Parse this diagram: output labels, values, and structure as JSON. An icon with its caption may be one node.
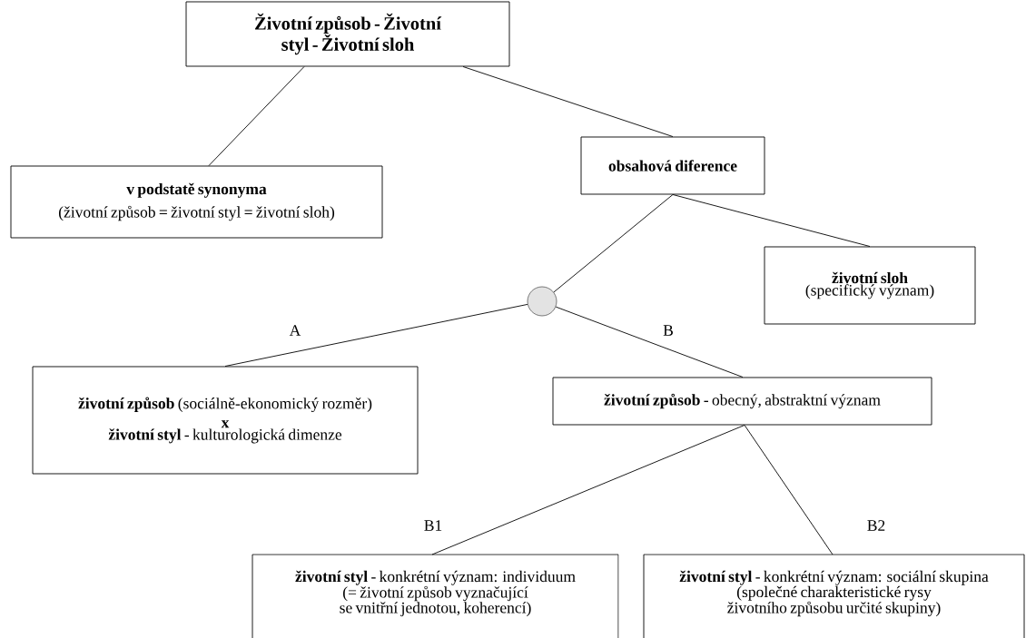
{
  "diagram": {
    "nodes": [
      {
        "text": [
          "Životní způsob - Životní styl - Životní sloh"
        ]
      },
      {
        "text": [
          "v podstatě synonyma",
          "(životní způsob = životní styl = životní sloh)"
        ]
      },
      {
        "text": [
          "obsahová diference"
        ]
      },
      {
        "text": [
          "**životní sloh** (specifický význam)"
        ]
      },
      {
        "text": [],
        "shape": "circle"
      },
      {
        "text": [
          "**životní způsob** (sociálně-ekonomický rozměr)",
          "x",
          "**životní styl** - kulturologická dimenze"
        ]
      },
      {
        "text": [
          "**životní způsob** - obecný, abstraktní význam"
        ]
      },
      {
        "text": [
          "**životní styl** - konkrétní význam: individuum",
          "(= životní způsob vyznačující se vnitřní jednotou, koherencí)"
        ]
      },
      {
        "text": [
          "**životní styl** - konkrétní význam: sociální skupina",
          "(společné charakteristické rysy životního způsobu určité skupiny)"
        ]
      }
    ],
    "edges": [
      {
        "from": 0,
        "to": 1,
        "arrow": "none"
      },
      {
        "from": 0,
        "to": 2,
        "arrow": "none"
      },
      {
        "from": 2,
        "to": 4,
        "arrow": "none"
      },
      {
        "from": 2,
        "to": 3,
        "arrow": "none"
      },
      {
        "from": 4,
        "to": 5,
        "arrow": "none",
        "label": "A"
      },
      {
        "from": 4,
        "to": 6,
        "arrow": "none",
        "label": "B"
      },
      {
        "from": 6,
        "to": 7,
        "arrow": "none",
        "label": "B1"
      },
      {
        "from": 6,
        "to": 8,
        "arrow": "none",
        "label": "B2"
      }
    ]
  }
}
